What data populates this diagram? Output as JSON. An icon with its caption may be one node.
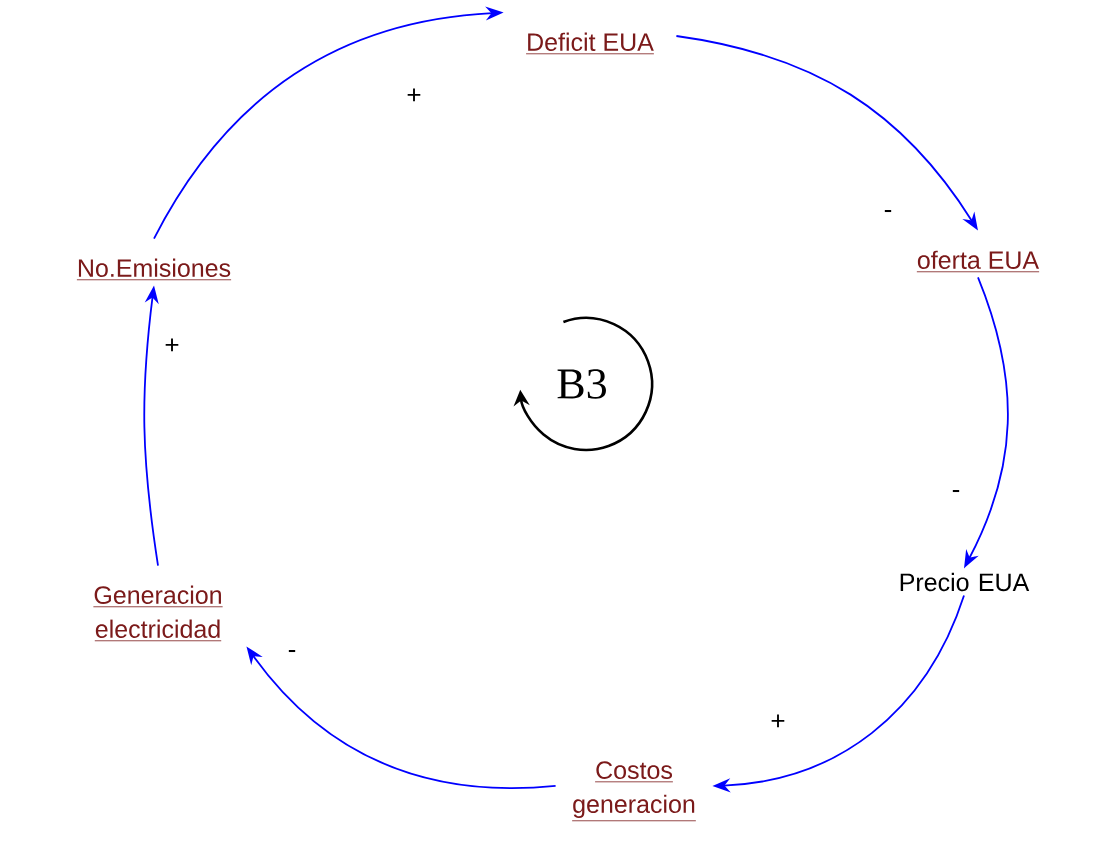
{
  "diagram": {
    "nodes": [
      {
        "text": [
          "Deficit EUA"
        ]
      },
      {
        "text": [
          "oferta EUA"
        ]
      },
      {
        "text": [
          "Precio EUA"
        ]
      },
      {
        "text": [
          "Costos generacion"
        ]
      },
      {
        "text": [
          "Generacion electricidad"
        ]
      },
      {
        "text": [
          "No.Emisiones"
        ]
      }
    ],
    "edges": [
      {
        "from": 0,
        "to": 1,
        "arrow": "to",
        "label": "-"
      },
      {
        "from": 1,
        "to": 2,
        "arrow": "to",
        "label": "-"
      },
      {
        "from": 2,
        "to": 3,
        "arrow": "to",
        "label": "+"
      },
      {
        "from": 3,
        "to": 4,
        "arrow": "to",
        "label": "-"
      },
      {
        "from": 4,
        "to": 5,
        "arrow": "to",
        "label": "+"
      },
      {
        "from": 5,
        "to": 0,
        "arrow": "to",
        "label": "+"
      }
    ],
    "labels": [
      "B3"
    ]
  }
}
